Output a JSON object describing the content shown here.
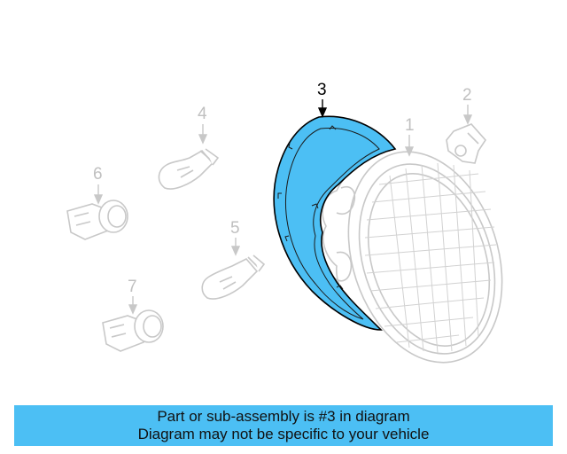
{
  "diagram": {
    "callouts": {
      "part1": "1",
      "part2": "2",
      "part3": "3",
      "part4": "4",
      "part5": "5",
      "part6": "6",
      "part7": "7"
    },
    "highlighted_part": "3"
  },
  "colors": {
    "highlight_fill": "#4cbff4",
    "banner_fill": "#4cbff4",
    "faded_line": "#c8c8c8",
    "active_line": "#000000"
  },
  "banner": {
    "line1": "Part or sub-assembly is #3 in diagram",
    "line2": "Diagram may not be specific to your vehicle"
  }
}
